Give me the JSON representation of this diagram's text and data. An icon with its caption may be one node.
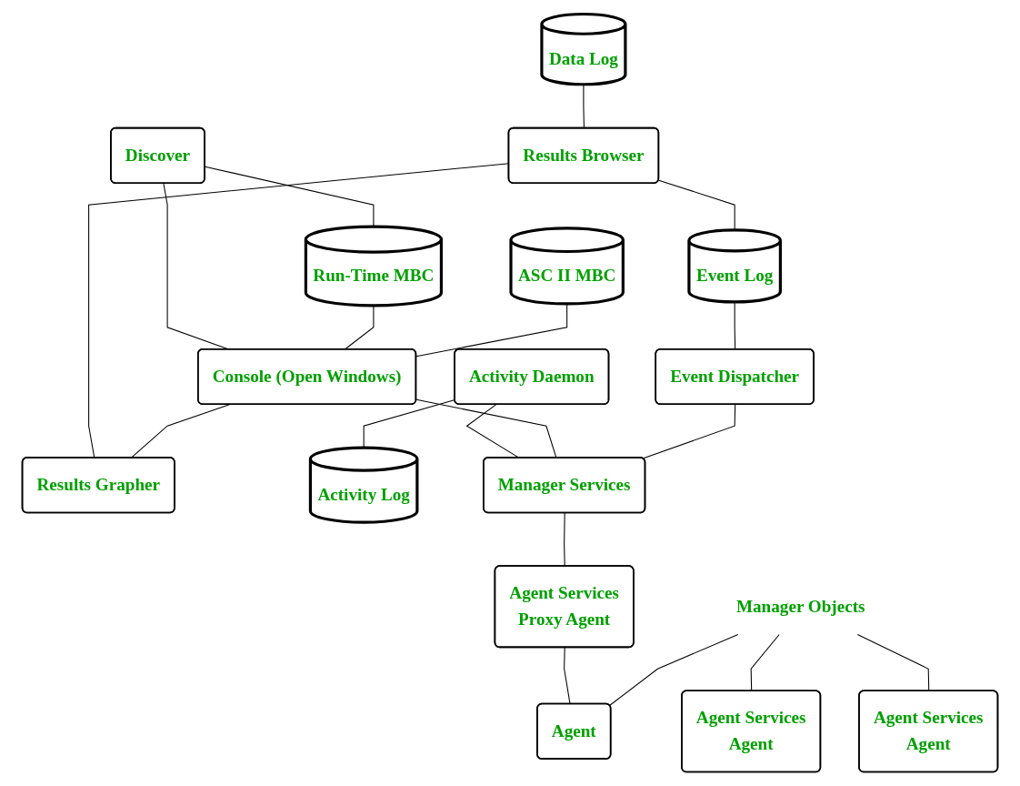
{
  "diagram": {
    "nodes": [
      {
        "text": [
          "Discover"
        ]
      },
      {
        "text": [
          "Data Log"
        ]
      },
      {
        "text": [
          "Results Browser"
        ]
      },
      {
        "text": [
          "ASC II MBC"
        ]
      },
      {
        "text": [
          "Run-Time MBC"
        ]
      },
      {
        "text": [
          "Console (Open Windows)"
        ]
      },
      {
        "text": [
          "Results Grapher"
        ]
      },
      {
        "text": [
          "Activity Daemon"
        ]
      },
      {
        "text": [
          "Activity Log"
        ]
      },
      {
        "text": [
          "Event Dispatcher"
        ]
      },
      {
        "text": [
          "Event Log"
        ]
      },
      {
        "text": [
          "Manager Services"
        ]
      },
      {
        "text": [
          "Agent Services",
          "Proxy Agent"
        ]
      },
      {
        "text": [
          "Agent"
        ]
      },
      {
        "text": [
          "Agent Services",
          "Agent"
        ]
      },
      {
        "text": [
          "Agent Services",
          "Agent"
        ]
      },
      {
        "text": [
          "Manager Objects"
        ]
      }
    ],
    "edges": [
      {
        "from": 0,
        "to": 4,
        "arrow": "none"
      },
      {
        "from": 0,
        "to": 5,
        "arrow": "none"
      },
      {
        "from": 1,
        "to": 2,
        "arrow": "none"
      },
      {
        "from": 2,
        "to": 6,
        "arrow": "none"
      },
      {
        "from": 2,
        "to": 10,
        "arrow": "none"
      },
      {
        "from": 4,
        "to": 5,
        "arrow": "none"
      },
      {
        "from": 5,
        "to": 6,
        "arrow": "none"
      },
      {
        "from": 3,
        "to": 5,
        "arrow": "none"
      },
      {
        "from": 7,
        "to": 8,
        "arrow": "none"
      },
      {
        "from": 10,
        "to": 9,
        "arrow": "none"
      },
      {
        "from": 7,
        "to": 11,
        "arrow": "none"
      },
      {
        "from": 5,
        "to": 11,
        "arrow": "none"
      },
      {
        "from": 9,
        "to": 11,
        "arrow": "none"
      },
      {
        "from": 11,
        "to": 12,
        "arrow": "none"
      },
      {
        "from": 12,
        "to": 13,
        "arrow": "none"
      },
      {
        "from": 16,
        "to": 13,
        "arrow": "none"
      },
      {
        "from": 16,
        "to": 14,
        "arrow": "none"
      },
      {
        "from": 16,
        "to": 15,
        "arrow": "none"
      }
    ]
  }
}
